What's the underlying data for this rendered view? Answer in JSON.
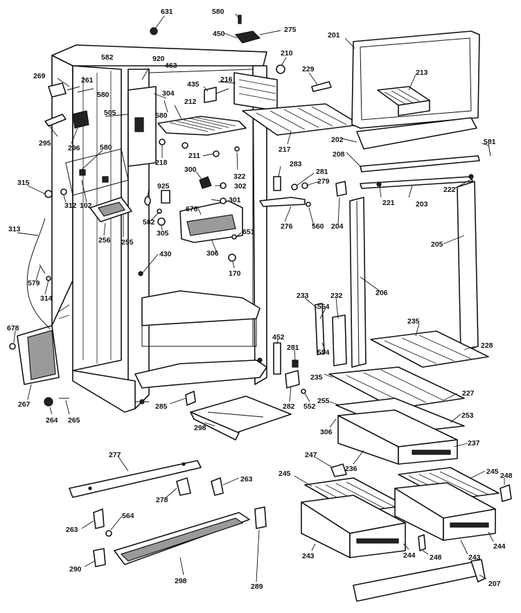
{
  "callouts": [
    {
      "id": "c631",
      "label": "631"
    },
    {
      "id": "c580a",
      "label": "580"
    },
    {
      "id": "c275",
      "label": "275"
    },
    {
      "id": "c450",
      "label": "450"
    },
    {
      "id": "c201",
      "label": "201"
    },
    {
      "id": "c582a",
      "label": "582"
    },
    {
      "id": "c920",
      "label": "920"
    },
    {
      "id": "c210",
      "label": "210"
    },
    {
      "id": "c229",
      "label": "229"
    },
    {
      "id": "c213",
      "label": "213"
    },
    {
      "id": "c269",
      "label": "269"
    },
    {
      "id": "c261",
      "label": "261"
    },
    {
      "id": "c580b",
      "label": "580"
    },
    {
      "id": "c463",
      "label": "463"
    },
    {
      "id": "c435",
      "label": "435"
    },
    {
      "id": "c216",
      "label": "216"
    },
    {
      "id": "c304",
      "label": "304"
    },
    {
      "id": "c212",
      "label": "212"
    },
    {
      "id": "c580c",
      "label": "580"
    },
    {
      "id": "c505",
      "label": "505"
    },
    {
      "id": "c295",
      "label": "295"
    },
    {
      "id": "c296",
      "label": "296"
    },
    {
      "id": "c580d",
      "label": "580"
    },
    {
      "id": "c217",
      "label": "217"
    },
    {
      "id": "c202",
      "label": "202"
    },
    {
      "id": "c581",
      "label": "581"
    },
    {
      "id": "c208",
      "label": "208"
    },
    {
      "id": "c218",
      "label": "218"
    },
    {
      "id": "c211",
      "label": "211"
    },
    {
      "id": "c322",
      "label": "322"
    },
    {
      "id": "c283",
      "label": "283"
    },
    {
      "id": "c281a",
      "label": "281"
    },
    {
      "id": "c279",
      "label": "279"
    },
    {
      "id": "c222",
      "label": "222"
    },
    {
      "id": "c221",
      "label": "221"
    },
    {
      "id": "c203",
      "label": "203"
    },
    {
      "id": "c315",
      "label": "315"
    },
    {
      "id": "c102",
      "label": "102"
    },
    {
      "id": "c312",
      "label": "312"
    },
    {
      "id": "c925",
      "label": "925"
    },
    {
      "id": "c300",
      "label": "300"
    },
    {
      "id": "c302",
      "label": "302"
    },
    {
      "id": "c301",
      "label": "301"
    },
    {
      "id": "c276",
      "label": "276"
    },
    {
      "id": "c560",
      "label": "560"
    },
    {
      "id": "c204",
      "label": "204"
    },
    {
      "id": "c205",
      "label": "205"
    },
    {
      "id": "c313",
      "label": "313"
    },
    {
      "id": "c256",
      "label": "256"
    },
    {
      "id": "c255",
      "label": "255"
    },
    {
      "id": "c582b",
      "label": "582"
    },
    {
      "id": "c305",
      "label": "305"
    },
    {
      "id": "c678a",
      "label": "678"
    },
    {
      "id": "c651",
      "label": "651"
    },
    {
      "id": "c306",
      "label": "306"
    },
    {
      "id": "c430",
      "label": "430"
    },
    {
      "id": "c170",
      "label": "170"
    },
    {
      "id": "c579",
      "label": "579"
    },
    {
      "id": "c314",
      "label": "314"
    },
    {
      "id": "c206",
      "label": "206"
    },
    {
      "id": "c233",
      "label": "233"
    },
    {
      "id": "c232",
      "label": "232"
    },
    {
      "id": "c554a",
      "label": "554"
    },
    {
      "id": "c554b",
      "label": "554"
    },
    {
      "id": "c235a",
      "label": "235"
    },
    {
      "id": "c228",
      "label": "228"
    },
    {
      "id": "c452",
      "label": "452"
    },
    {
      "id": "c281b",
      "label": "281"
    },
    {
      "id": "c235b",
      "label": "235"
    },
    {
      "id": "c678b",
      "label": "678"
    },
    {
      "id": "c267",
      "label": "267"
    },
    {
      "id": "c285",
      "label": "285"
    },
    {
      "id": "c282",
      "label": "282"
    },
    {
      "id": "c552",
      "label": "552"
    },
    {
      "id": "c227",
      "label": "227"
    },
    {
      "id": "c264",
      "label": "264"
    },
    {
      "id": "c265",
      "label": "265"
    },
    {
      "id": "c298a",
      "label": "298"
    },
    {
      "id": "c253",
      "label": "253"
    },
    {
      "id": "c255b",
      "label": "255"
    },
    {
      "id": "c306b",
      "label": "306"
    },
    {
      "id": "c237",
      "label": "237"
    },
    {
      "id": "c277",
      "label": "277"
    },
    {
      "id": "c247",
      "label": "247"
    },
    {
      "id": "c236",
      "label": "236"
    },
    {
      "id": "c263a",
      "label": "263"
    },
    {
      "id": "c278",
      "label": "278"
    },
    {
      "id": "c245a",
      "label": "245"
    },
    {
      "id": "c245b",
      "label": "245"
    },
    {
      "id": "c248a",
      "label": "248"
    },
    {
      "id": "c564",
      "label": "564"
    },
    {
      "id": "c263b",
      "label": "263"
    },
    {
      "id": "c244a",
      "label": "244"
    },
    {
      "id": "c290",
      "label": "290"
    },
    {
      "id": "c298b",
      "label": "298"
    },
    {
      "id": "c289",
      "label": "289"
    },
    {
      "id": "c243a",
      "label": "243"
    },
    {
      "id": "c244b",
      "label": "244"
    },
    {
      "id": "c248b",
      "label": "248"
    },
    {
      "id": "c243b",
      "label": "243"
    },
    {
      "id": "c207",
      "label": "207"
    }
  ],
  "colors": {
    "ink": "#111111",
    "paper": "#ffffff",
    "shade": "#9a9a9a"
  }
}
